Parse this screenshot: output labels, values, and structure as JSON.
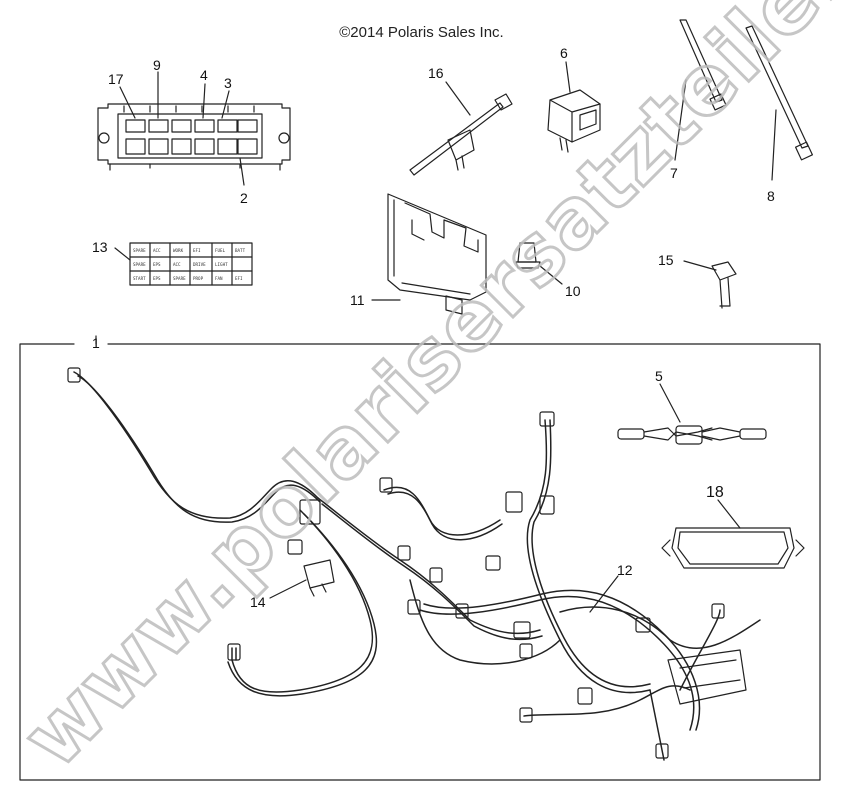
{
  "copyright": "©2014 Polaris Sales Inc.",
  "watermark": "www.polarisersatzteile.de",
  "callouts": {
    "c1": "1",
    "c2": "2",
    "c3": "3",
    "c4": "4",
    "c5": "5",
    "c6": "6",
    "c7": "7",
    "c8": "8",
    "c9": "9",
    "c10": "10",
    "c11": "11",
    "c12": "12",
    "c13": "13",
    "c14": "14",
    "c15": "15",
    "c16": "16",
    "c17": "17",
    "c18": "18"
  },
  "colors": {
    "line": "#222222",
    "watermark": "#bdbdbd",
    "background": "#ffffff"
  }
}
